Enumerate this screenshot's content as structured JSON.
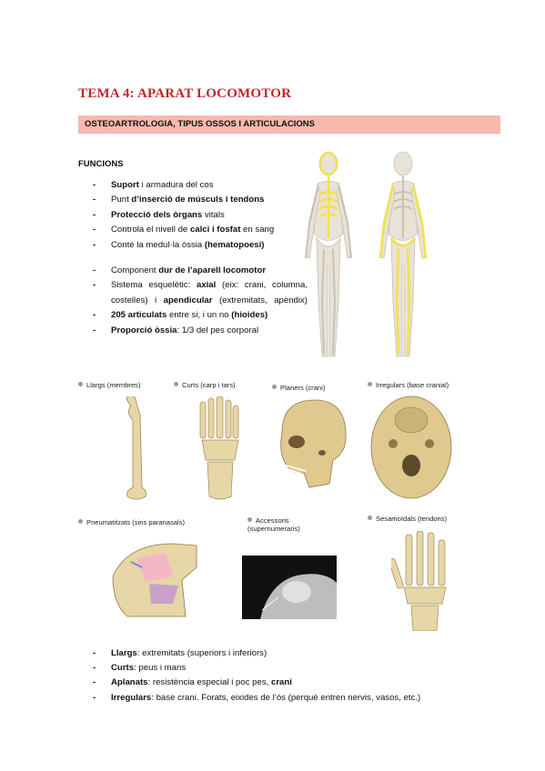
{
  "title": "TEMA 4: APARAT LOCOMOTOR",
  "band": "OSTEOARTROLOGIA, TIPUS OSSOS I ARTICULACIONS",
  "functions_heading": "FUNCIONS",
  "functions": [
    {
      "b1": "Suport",
      "t1": " i armadura del cos"
    },
    {
      "t1": "Punt ",
      "b1": "d’inserció de músculs i tendons"
    },
    {
      "b1": "Protecció dels òrgans",
      "t1": " vitals"
    },
    {
      "t1": "Controla el nivell de ",
      "b1": "calci i fosfat",
      "t2": " en sang"
    },
    {
      "t1": "Conté la medul·la òssia ",
      "b1": "(hematopoesi)"
    }
  ],
  "functions2": {
    "item1": {
      "t1": "Component ",
      "b1": "dur de l’aparell locomotor"
    },
    "item2": {
      "t1": "Sistema esquelètic: ",
      "b1": "axial",
      "t2": " (eix: crani, columna, costelles) i ",
      "b2": "apendicular",
      "t3": " (extremitats, apèndix)"
    },
    "item3": {
      "b1": "205 articulats",
      "t1": " entre si, i un no ",
      "b2": "(hioides)"
    },
    "item4": {
      "b1": "Proporció òssia",
      "t1": ": 1/3 del pes corporal"
    }
  },
  "bone_types": [
    "Llargs (membres)",
    "Curts (carp i tars)",
    "Planers (crani)",
    "Irregulars (base cranial)",
    "Pneumatitzats (sins paranasals)",
    "Accessoris (supernumeraris)",
    "Sesamoïdals (tendons)"
  ],
  "summary": [
    {
      "b1": "Llargs",
      "t1": ": extremitats (superiors i inferiors)"
    },
    {
      "b1": "Curts",
      "t1": ": peus i mans"
    },
    {
      "b1": "Aplanats",
      "t1": ": resistència especial i poc pes, ",
      "b2": "crani"
    },
    {
      "b1": "Irregulars",
      "t1": ": base crani. Forats, eixides de l’ós (perquè entren nervis, vasos, etc.)"
    }
  ],
  "colors": {
    "title": "#c0262d",
    "band": "#f8b8ae",
    "bone": "#e7d6a6",
    "highlight": "#f2e24a"
  }
}
